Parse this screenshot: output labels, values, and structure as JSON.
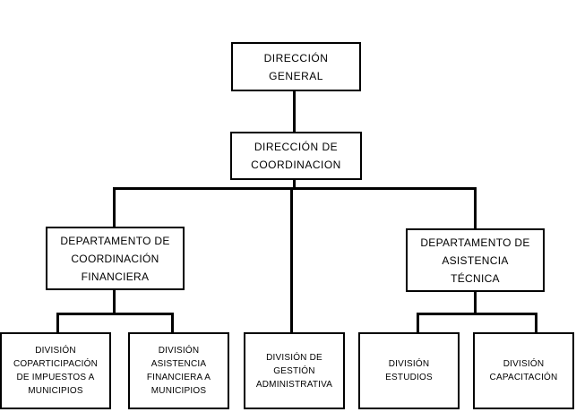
{
  "org_chart": {
    "direccion_general": [
      "DIRECCIÓN",
      "GENERAL"
    ],
    "direccion_coordinacion": [
      "DIRECCIÓN DE",
      "COORDINACION"
    ],
    "depto_coordinacion_financiera": [
      "DEPARTAMENTO DE",
      "COORDINACIÓN",
      "FINANCIERA"
    ],
    "depto_asistencia_tecnica": [
      "DEPARTAMENTO DE",
      "ASISTENCIA",
      "TÉCNICA"
    ],
    "div_coparticipacion": [
      "DIVISIÓN",
      "COPARTICIPACIÓN",
      "DE IMPUESTOS A",
      "MUNICIPIOS"
    ],
    "div_asistencia_financiera": [
      "DIVISIÓN",
      "ASISTENCIA",
      "FINANCIERA A",
      "MUNICIPIOS"
    ],
    "div_gestion_administrativa": [
      "DIVISIÓN DE",
      "GESTIÓN",
      "ADMINISTRATIVA"
    ],
    "div_estudios": [
      "DIVISIÓN",
      "ESTUDIOS"
    ],
    "div_capacitacion": [
      "DIVISIÓN",
      "CAPACITACIÓN"
    ]
  },
  "colors": {
    "line": "#000000",
    "box_border": "#000000",
    "background": "#ffffff"
  }
}
